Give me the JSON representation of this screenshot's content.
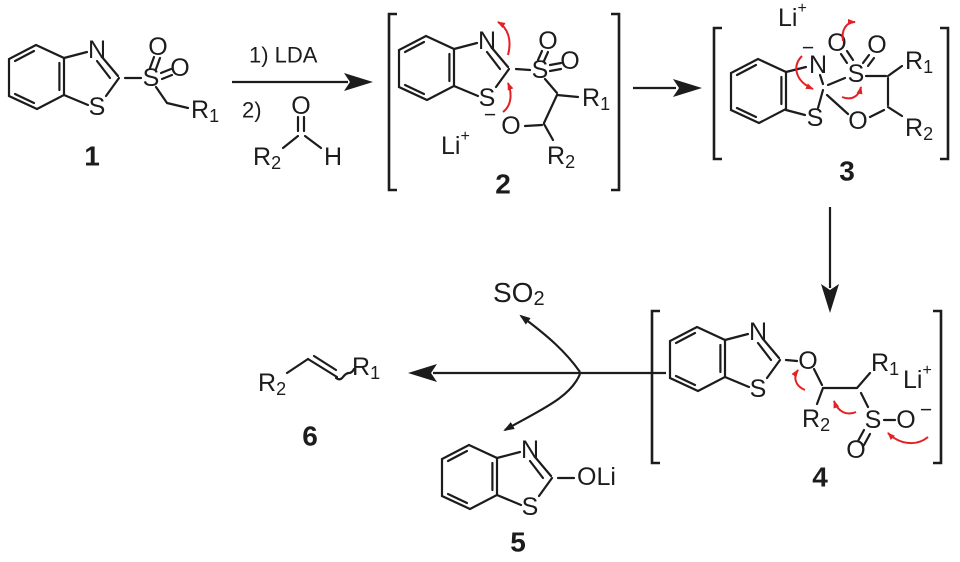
{
  "colors": {
    "background": "#ffffff",
    "ink": "#1c1c1c",
    "mechanism_arrow": "#e32124"
  },
  "conditions": {
    "step1": "1) LDA",
    "step2": "2)"
  },
  "atoms": {
    "N": "N",
    "S": "S",
    "O": "O",
    "H": "H",
    "Li": "Li",
    "OLi": "OLi"
  },
  "charges": {
    "plus": "+",
    "minus": "−"
  },
  "groups": {
    "R": "R",
    "sub1": "1",
    "sub2": "2"
  },
  "byproduct": {
    "SO": "SO",
    "sub": "2"
  },
  "compound_labels": {
    "c1": "1",
    "c2": "2",
    "c3": "3",
    "c4": "4",
    "c5": "5",
    "c6": "6"
  }
}
